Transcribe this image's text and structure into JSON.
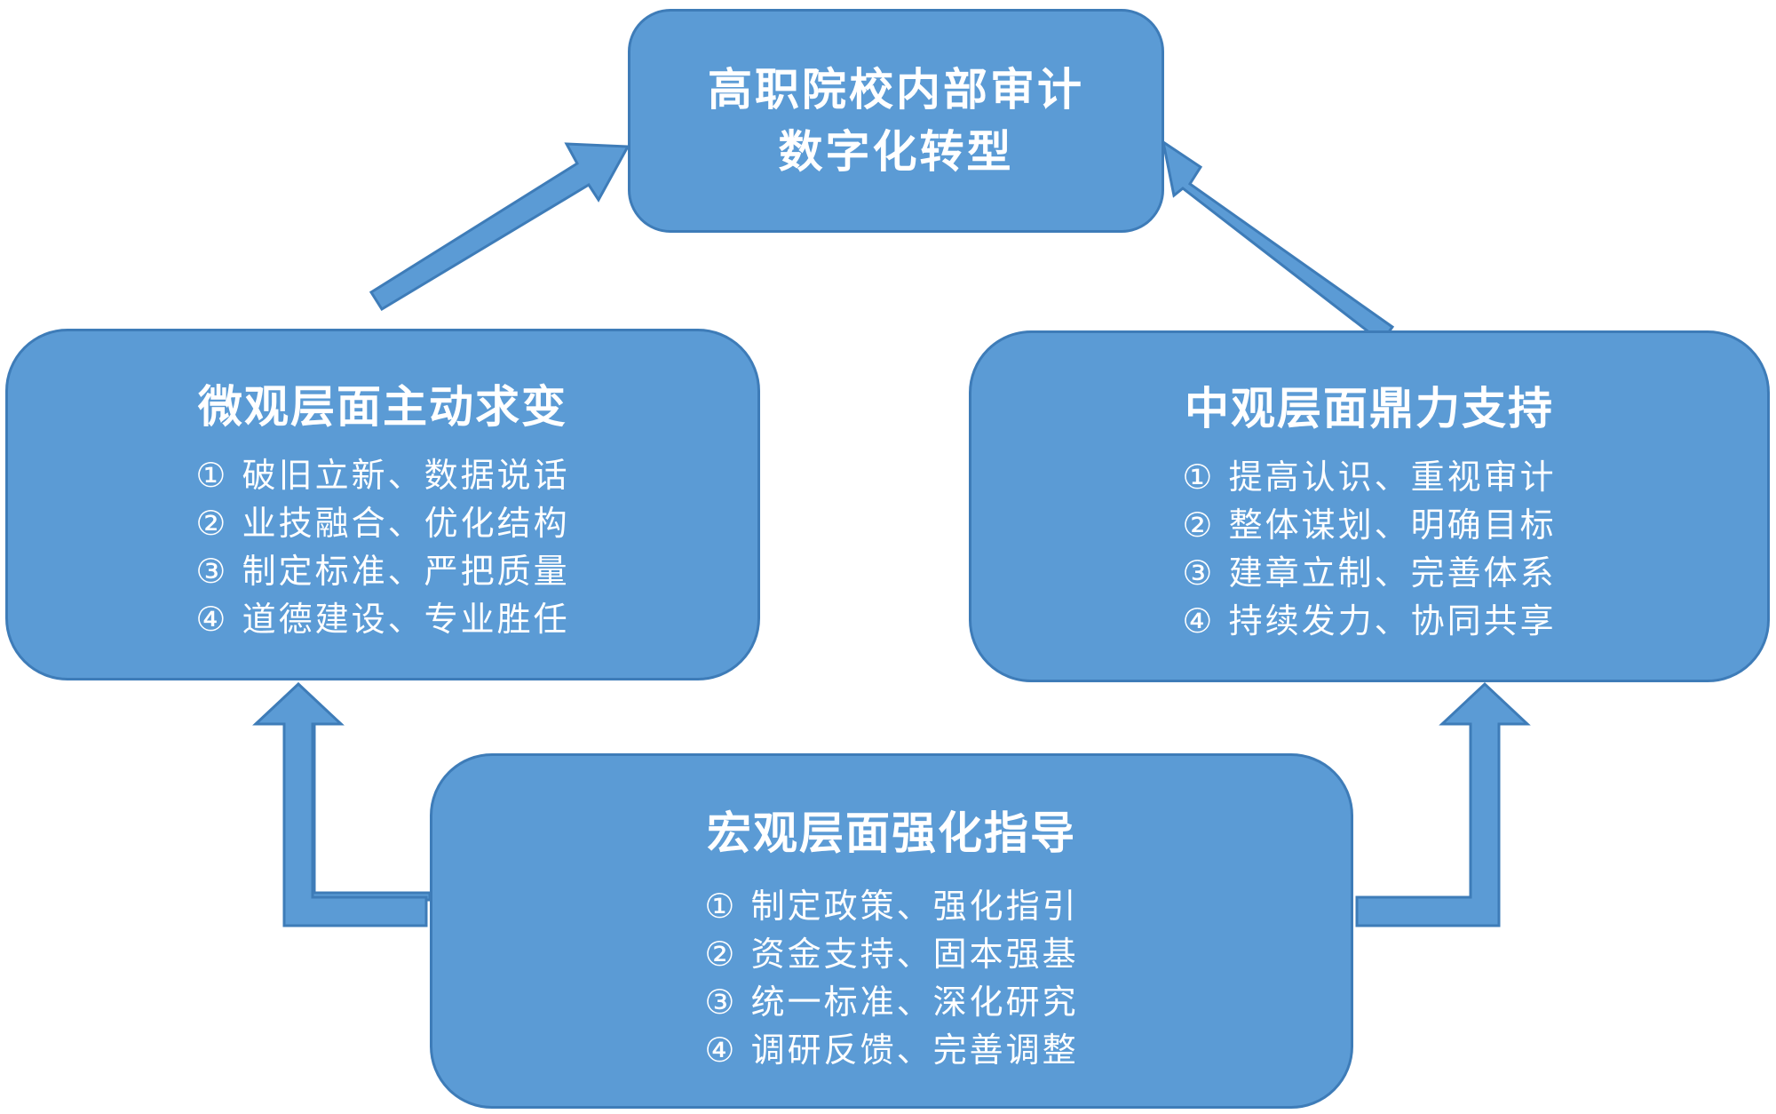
{
  "goal": {
    "line1": "高职院校内部审计",
    "line2": "数字化转型"
  },
  "micro": {
    "title": "微观层面主动求变",
    "items": [
      "① 破旧立新、数据说话",
      "② 业技融合、优化结构",
      "③ 制定标准、严把质量",
      "④ 道德建设、专业胜任"
    ]
  },
  "meso": {
    "title": "中观层面鼎力支持",
    "items": [
      "① 提高认识、重视审计",
      "② 整体谋划、明确目标",
      "③ 建章立制、完善体系",
      "④ 持续发力、协同共享"
    ]
  },
  "macro": {
    "title": "宏观层面强化指导",
    "items": [
      "① 制定政策、强化指引",
      "② 资金支持、固本强基",
      "③ 统一标准、深化研究",
      "④ 调研反馈、完善调整"
    ]
  },
  "colors": {
    "box_fill": "#5b9bd5",
    "box_border": "#3e7cb8",
    "text": "#ffffff"
  }
}
